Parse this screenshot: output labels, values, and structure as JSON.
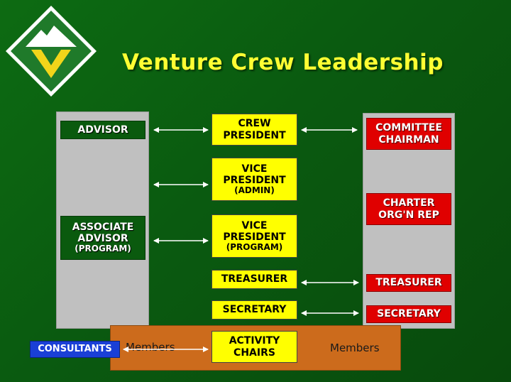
{
  "title": "Venture Crew Leadership",
  "logo": {
    "icon": "venture-mountain-logo"
  },
  "left_column": {
    "advisor": "ADVISOR",
    "associate_advisor": {
      "line1": "ASSOCIATE",
      "line2": "ADVISOR",
      "line3": "(PROGRAM)"
    }
  },
  "center_column": {
    "crew_president": {
      "line1": "CREW",
      "line2": "PRESIDENT"
    },
    "vp_admin": {
      "line1": "VICE",
      "line2": "PRESIDENT",
      "line3": "(ADMIN)"
    },
    "vp_program": {
      "line1": "VICE",
      "line2": "PRESIDENT",
      "line3": "(PROGRAM)"
    },
    "treasurer": "TREASURER",
    "secretary": "SECRETARY",
    "activity_chairs": {
      "line1": "ACTIVITY",
      "line2": "CHAIRS"
    }
  },
  "right_column": {
    "committee_chairman": {
      "line1": "COMMITTEE",
      "line2": "CHAIRMAN"
    },
    "charter_org_rep": {
      "line1": "CHARTER",
      "line2": "ORG'N REP"
    },
    "treasurer": "TREASURER",
    "secretary": "SECRETARY"
  },
  "bottom": {
    "consultants": "CONSULTANTS",
    "members_left": "Members",
    "members_right": "Members"
  },
  "colors": {
    "background": "#0a5a10",
    "title": "#ffff33",
    "yellow_box": "#ffff00",
    "advisor_box": "#0a5a0e",
    "committee_box": "#e00000",
    "consultant_box": "#1a3fd6",
    "members_area": "#cc6b1c",
    "panel": "#c0c0c0"
  }
}
